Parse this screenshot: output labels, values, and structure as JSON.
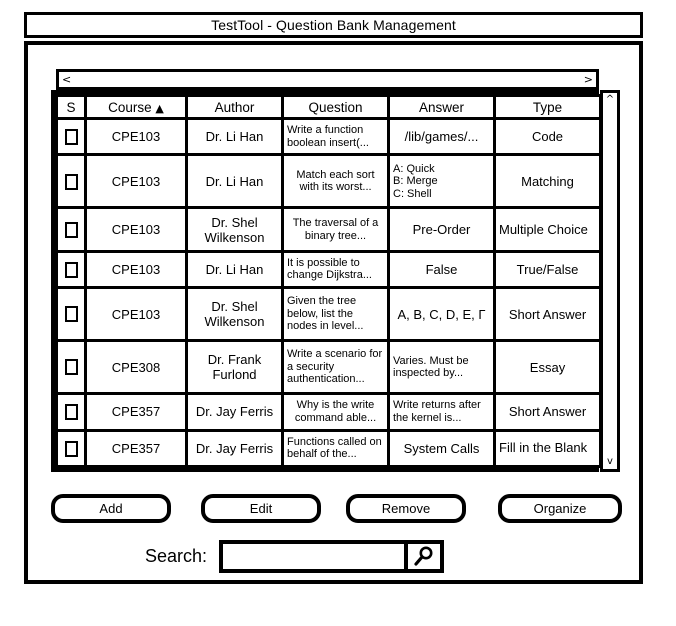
{
  "window": {
    "title": "TestTool - Question Bank Management"
  },
  "scrollbars": {
    "horizontal": {
      "left_arrow": "<",
      "right_arrow": ">"
    },
    "vertical": {
      "up_arrow": "^",
      "down_arrow": "v"
    }
  },
  "table": {
    "columns": [
      {
        "key": "select",
        "label": "S"
      },
      {
        "key": "course",
        "label": "Course",
        "sort": "▲"
      },
      {
        "key": "author",
        "label": "Author"
      },
      {
        "key": "question",
        "label": "Question"
      },
      {
        "key": "answer",
        "label": "Answer"
      },
      {
        "key": "type",
        "label": "Type"
      }
    ],
    "rows": [
      {
        "course": "CPE103",
        "author": "Dr. Li Han",
        "question": "Write a function boolean insert(...",
        "answer": "/lib/games/...",
        "type": "Code"
      },
      {
        "course": "CPE103",
        "author": "Dr. Li Han",
        "question": "Match each sort with its worst...",
        "answer": "A: Quick\nB: Merge\nC: Shell",
        "type": "Matching"
      },
      {
        "course": "CPE103",
        "author": "Dr. Shel Wilkenson",
        "question": "The traversal of a binary tree...",
        "answer": "Pre-Order",
        "type": "Multiple Choice"
      },
      {
        "course": "CPE103",
        "author": "Dr. Li Han",
        "question": "It is possible to change Dijkstra...",
        "answer": "False",
        "type": "True/False"
      },
      {
        "course": "CPE103",
        "author": "Dr. Shel Wilkenson",
        "question": "Given the tree below, list the nodes in level...",
        "answer": "A, B, C, D, E, Γ",
        "type": "Short Answer"
      },
      {
        "course": "CPE308",
        "author": "Dr. Frank Furlond",
        "question": "Write a scenario for a security authentication...",
        "answer": "Varies. Must be inspected by...",
        "type": "Essay"
      },
      {
        "course": "CPE357",
        "author": "Dr. Jay Ferris",
        "question": "Why is the write command able...",
        "answer": "Write returns after the kernel  is...",
        "type": "Short Answer"
      },
      {
        "course": "CPE357",
        "author": "Dr. Jay Ferris",
        "question": "Functions called on behalf of the...",
        "answer": "System Calls",
        "type": "Fill in the Blank"
      }
    ]
  },
  "buttons": {
    "add": "Add",
    "edit": "Edit",
    "remove": "Remove",
    "organize": "Organize"
  },
  "search": {
    "label": "Search:",
    "value": "",
    "placeholder": "",
    "icon": "magnifier-icon"
  },
  "colors": {
    "stroke": "#000000",
    "background": "#ffffff"
  }
}
